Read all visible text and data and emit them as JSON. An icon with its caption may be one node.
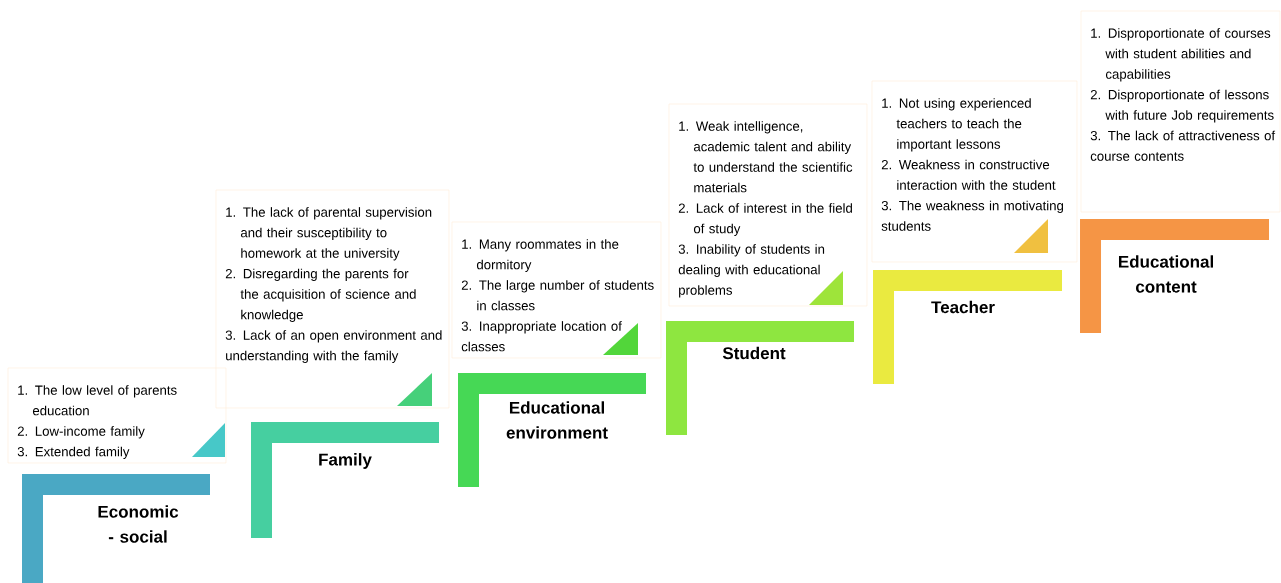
{
  "diagram": {
    "nodes": [
      {
        "text": [
          "1. The low level of parents education",
          "2. Low-income family",
          "3. Extended family"
        ]
      },
      {
        "text": [
          "Economic - social"
        ]
      },
      {
        "text": [
          "1. The lack of parental supervision and their susceptibility to homework at the university",
          "2. Disregarding the parents for the acquisition of science and knowledge",
          "3. Lack of an open environment and understanding with the family"
        ]
      },
      {
        "text": [
          "Family"
        ]
      },
      {
        "text": [
          "1. Many roommates in the dormitory",
          "2. The large number of students in classes",
          "3. Inappropriate location of classes"
        ]
      },
      {
        "text": [
          "Educational environment"
        ]
      },
      {
        "text": [
          "1. Weak intelligence, academic talent and ability to understand the scientific materials",
          "2. Lack of interest in the field of study",
          "3. Inability of students in dealing with educational problems"
        ]
      },
      {
        "text": [
          "Student"
        ]
      },
      {
        "text": [
          "1. Not using experienced teachers to teach the important lessons",
          "2. Weakness in constructive interaction with the student",
          "3. The weakness in motivating students"
        ]
      },
      {
        "text": [
          "Teacher"
        ]
      },
      {
        "text": [
          "1. Disproportionate of courses with student abilities and capabilities",
          "2. Disproportionate of lessons with future Job requirements",
          "3. The lack of attractiveness of course contents"
        ]
      },
      {
        "text": [
          "Educational content"
        ]
      }
    ]
  }
}
